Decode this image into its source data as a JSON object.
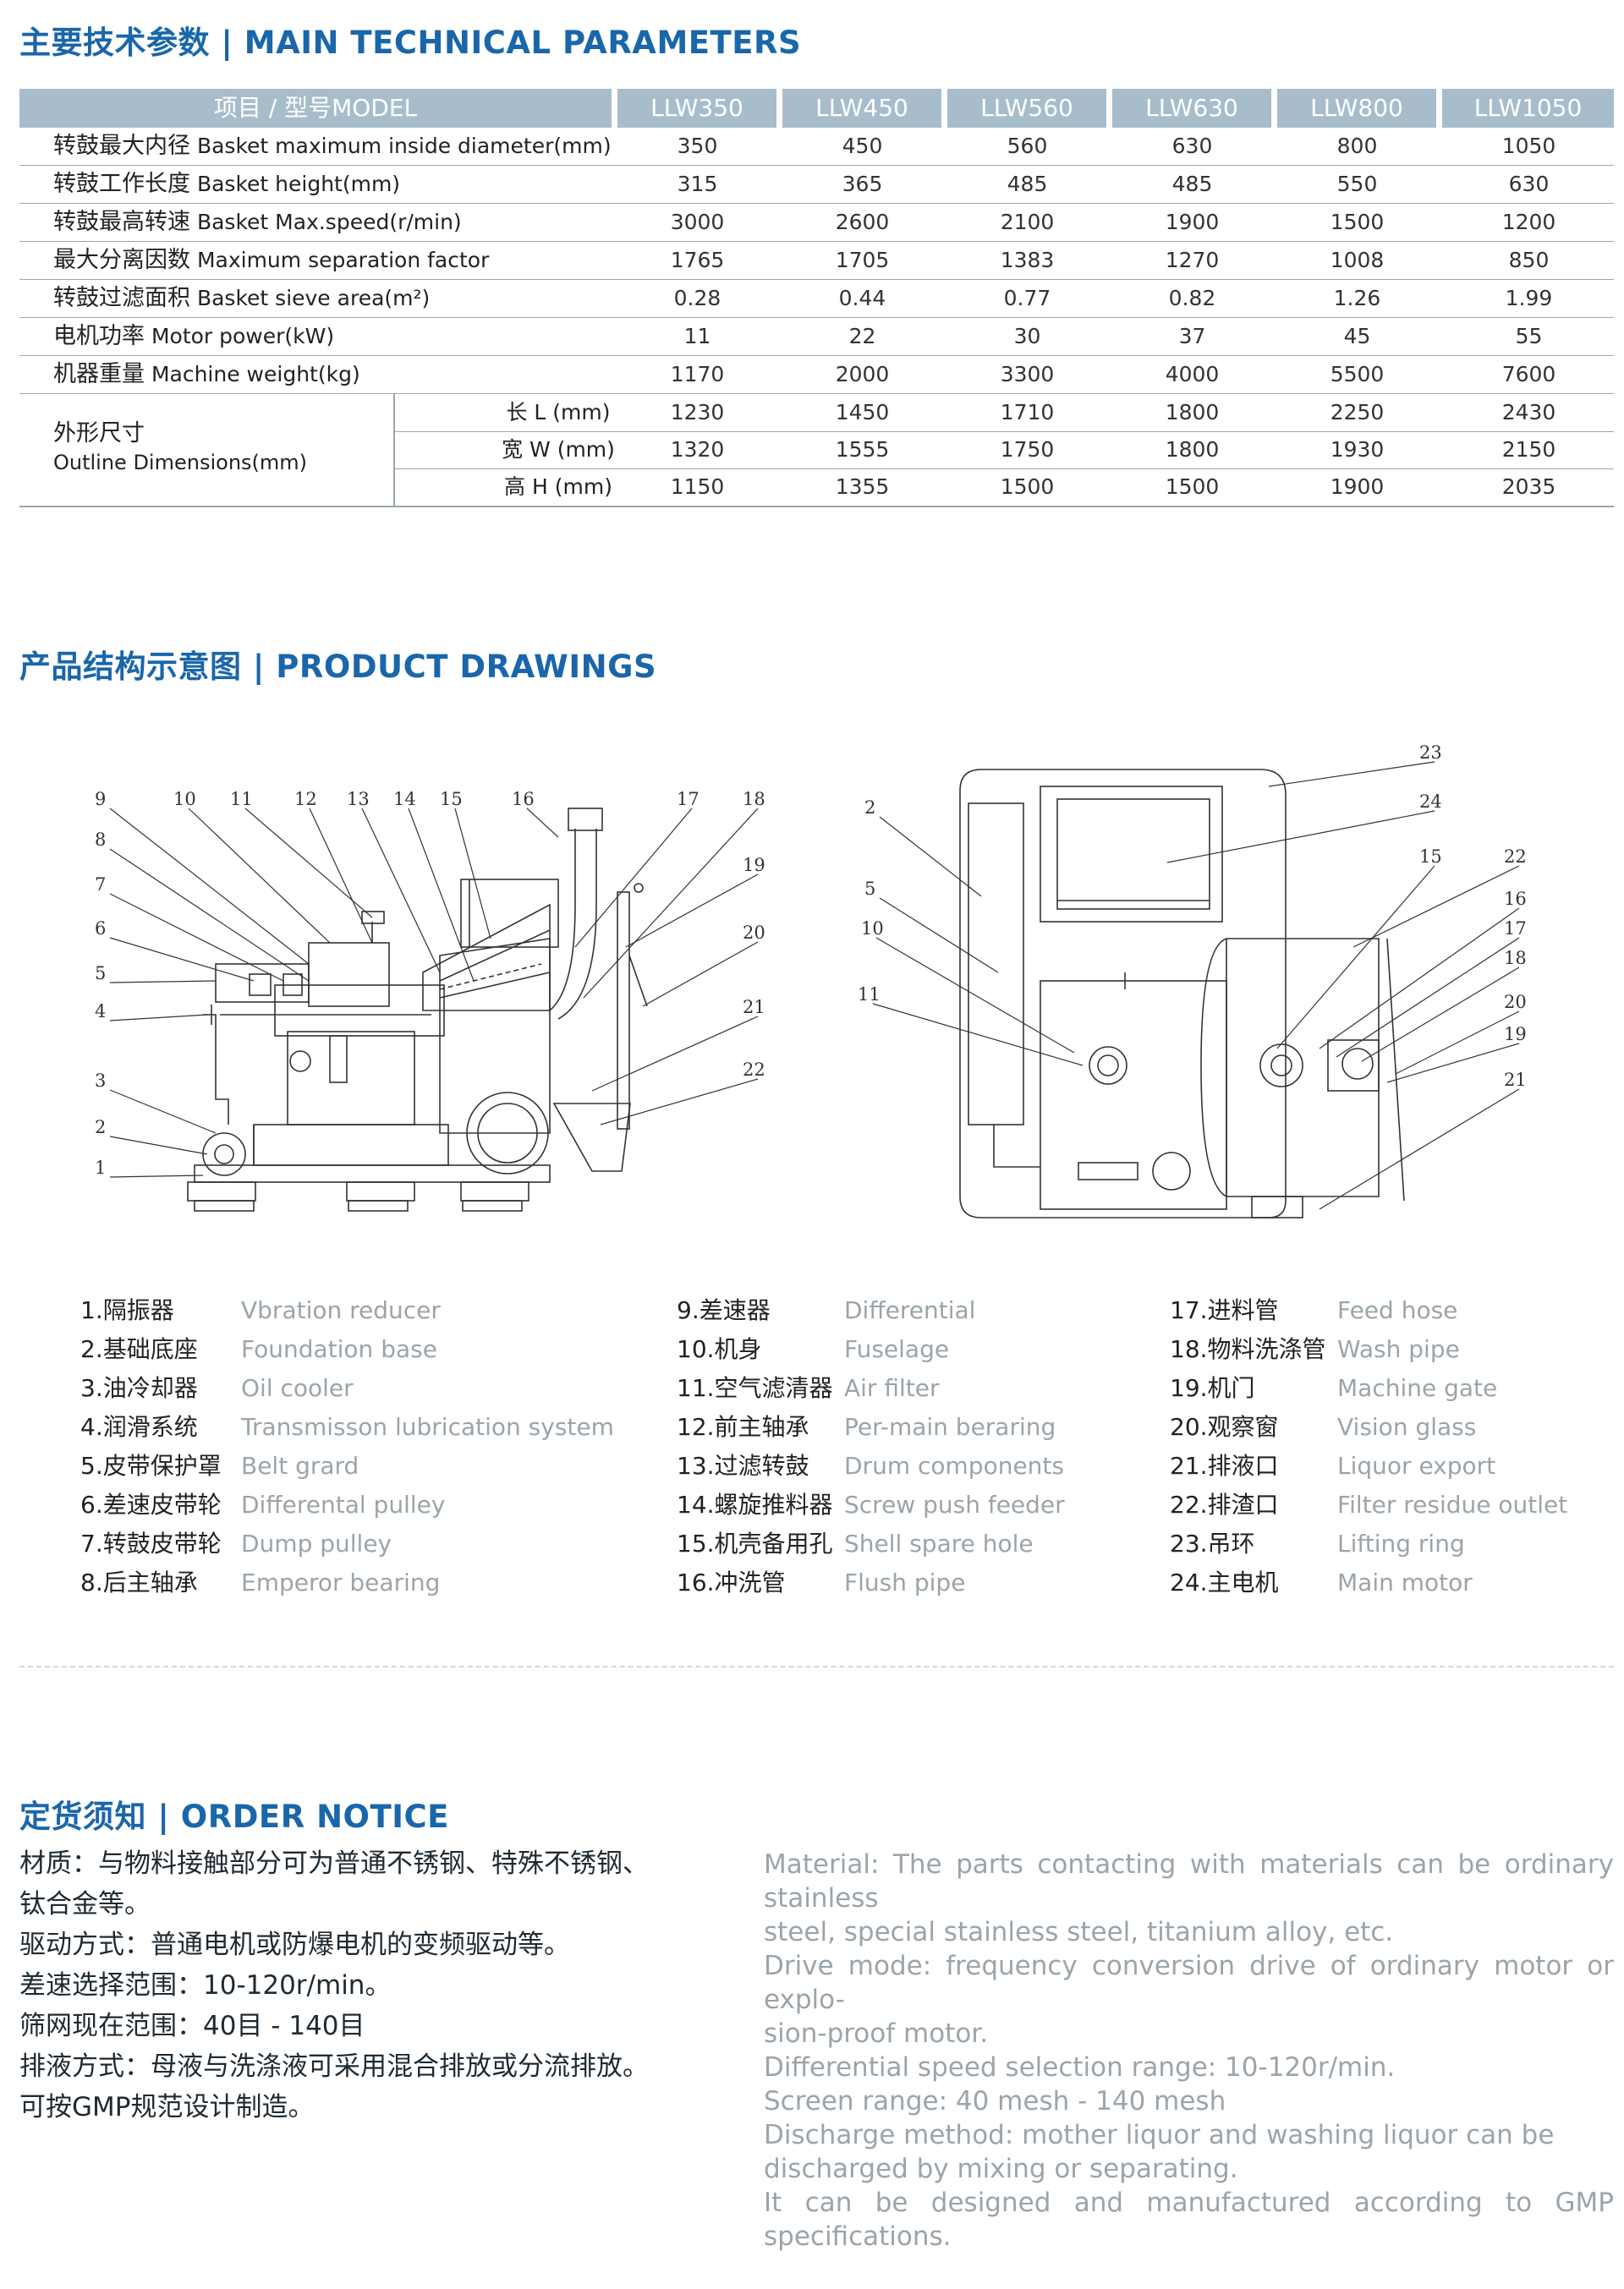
{
  "params": {
    "title": "主要技术参数 | MAIN TECHNICAL PARAMETERS",
    "header_label": "项目 / 型号MODEL",
    "models": [
      "LLW350",
      "LLW450",
      "LLW560",
      "LLW630",
      "LLW800",
      "LLW1050"
    ],
    "rows": [
      {
        "zh": "转鼓最大内径",
        "en": "Basket maximum inside diameter(mm)",
        "values": [
          "350",
          "450",
          "560",
          "630",
          "800",
          "1050"
        ]
      },
      {
        "zh": "转鼓工作长度",
        "en": "Basket height(mm)",
        "values": [
          "315",
          "365",
          "485",
          "485",
          "550",
          "630"
        ]
      },
      {
        "zh": "转鼓最高转速",
        "en": "Basket Max.speed(r/min)",
        "values": [
          "3000",
          "2600",
          "2100",
          "1900",
          "1500",
          "1200"
        ]
      },
      {
        "zh": "最大分离因数",
        "en": "Maximum separation factor",
        "values": [
          "1765",
          "1705",
          "1383",
          "1270",
          "1008",
          "850"
        ]
      },
      {
        "zh": "转鼓过滤面积",
        "en": "Basket sieve area(m²)",
        "values": [
          "0.28",
          "0.44",
          "0.77",
          "0.82",
          "1.26",
          "1.99"
        ]
      },
      {
        "zh": "电机功率",
        "en": "Motor power(kW)",
        "values": [
          "11",
          "22",
          "30",
          "37",
          "45",
          "55"
        ]
      },
      {
        "zh": "机器重量",
        "en": "Machine weight(kg)",
        "values": [
          "1170",
          "2000",
          "3300",
          "4000",
          "5500",
          "7600"
        ]
      }
    ],
    "dimensions": {
      "zh": "外形尺寸",
      "en": "Outline Dimensions(mm)",
      "rows": [
        {
          "label": "长 L (mm)",
          "values": [
            "1230",
            "1450",
            "1710",
            "1800",
            "2250",
            "2430"
          ]
        },
        {
          "label": "宽 W (mm)",
          "values": [
            "1320",
            "1555",
            "1750",
            "1800",
            "1930",
            "2150"
          ]
        },
        {
          "label": "高 H (mm)",
          "values": [
            "1150",
            "1355",
            "1500",
            "1500",
            "1900",
            "2035"
          ]
        }
      ]
    }
  },
  "drawings": {
    "title": "产品结构示意图 | PRODUCT DRAWINGS",
    "left_numbers": [
      "1",
      "2",
      "3",
      "4",
      "5",
      "6",
      "7",
      "8",
      "9",
      "10",
      "11",
      "12",
      "13",
      "14",
      "15",
      "16",
      "17",
      "18",
      "19",
      "20",
      "21",
      "22"
    ],
    "right_numbers": [
      "2",
      "5",
      "10",
      "11",
      "15",
      "16",
      "17",
      "18",
      "19",
      "20",
      "21",
      "22",
      "23",
      "24"
    ]
  },
  "legend": {
    "columns": [
      [
        {
          "zh": "1.隔振器",
          "en": "Vbration reducer"
        },
        {
          "zh": "2.基础底座",
          "en": "Foundation base"
        },
        {
          "zh": "3.油冷却器",
          "en": "Oil cooler"
        },
        {
          "zh": "4.润滑系统",
          "en": "Transmisson lubrication system"
        },
        {
          "zh": "5.皮带保护罩",
          "en": "Belt grard"
        },
        {
          "zh": "6.差速皮带轮",
          "en": "Differental pulley"
        },
        {
          "zh": "7.转鼓皮带轮",
          "en": "Dump pulley"
        },
        {
          "zh": "8.后主轴承",
          "en": "Emperor bearing"
        }
      ],
      [
        {
          "zh": "9.差速器",
          "en": "Differential"
        },
        {
          "zh": "10.机身",
          "en": "Fuselage"
        },
        {
          "zh": "11.空气滤清器",
          "en": "Air filter"
        },
        {
          "zh": "12.前主轴承",
          "en": "Per-main beraring"
        },
        {
          "zh": "13.过滤转鼓",
          "en": "Drum components"
        },
        {
          "zh": "14.螺旋推料器",
          "en": "Screw push feeder"
        },
        {
          "zh": "15.机壳备用孔",
          "en": "Shell spare hole"
        },
        {
          "zh": "16.冲洗管",
          "en": "Flush pipe"
        }
      ],
      [
        {
          "zh": "17.进料管",
          "en": "Feed hose"
        },
        {
          "zh": "18.物料洗涤管",
          "en": "Wash pipe"
        },
        {
          "zh": "19.机门",
          "en": "Machine gate"
        },
        {
          "zh": "20.观察窗",
          "en": "Vision glass"
        },
        {
          "zh": "21.排液口",
          "en": "Liquor export"
        },
        {
          "zh": "22.排渣口",
          "en": "Filter residue outlet"
        },
        {
          "zh": "23.吊环",
          "en": "Lifting ring"
        },
        {
          "zh": "24.主电机",
          "en": "Main motor"
        }
      ]
    ]
  },
  "notice": {
    "title": "定货须知 | ORDER NOTICE",
    "zh_lines": [
      "材质：与物料接触部分可为普通不锈钢、特殊不锈钢、",
      "钛合金等。",
      "驱动方式：普通电机或防爆电机的变频驱动等。",
      "差速选择范围：10-120r/min。",
      "筛网现在范围：40目 - 140目",
      "排液方式：母液与洗涤液可采用混合排放或分流排放。",
      "可按GMP规范设计制造。"
    ],
    "en_lines": [
      "Material: The parts contacting with materials can be ordinary stainless",
      "steel, special stainless steel, titanium alloy, etc.",
      "Drive mode: frequency conversion drive of ordinary motor or explo-",
      "sion-proof motor.",
      "Differential speed selection range: 10-120r/min.",
      "Screen range: 40 mesh - 140 mesh",
      "Discharge method: mother liquor and washing liquor can be",
      "discharged by mixing or separating.",
      "It can be designed and manufactured according to GMP specifications."
    ]
  }
}
